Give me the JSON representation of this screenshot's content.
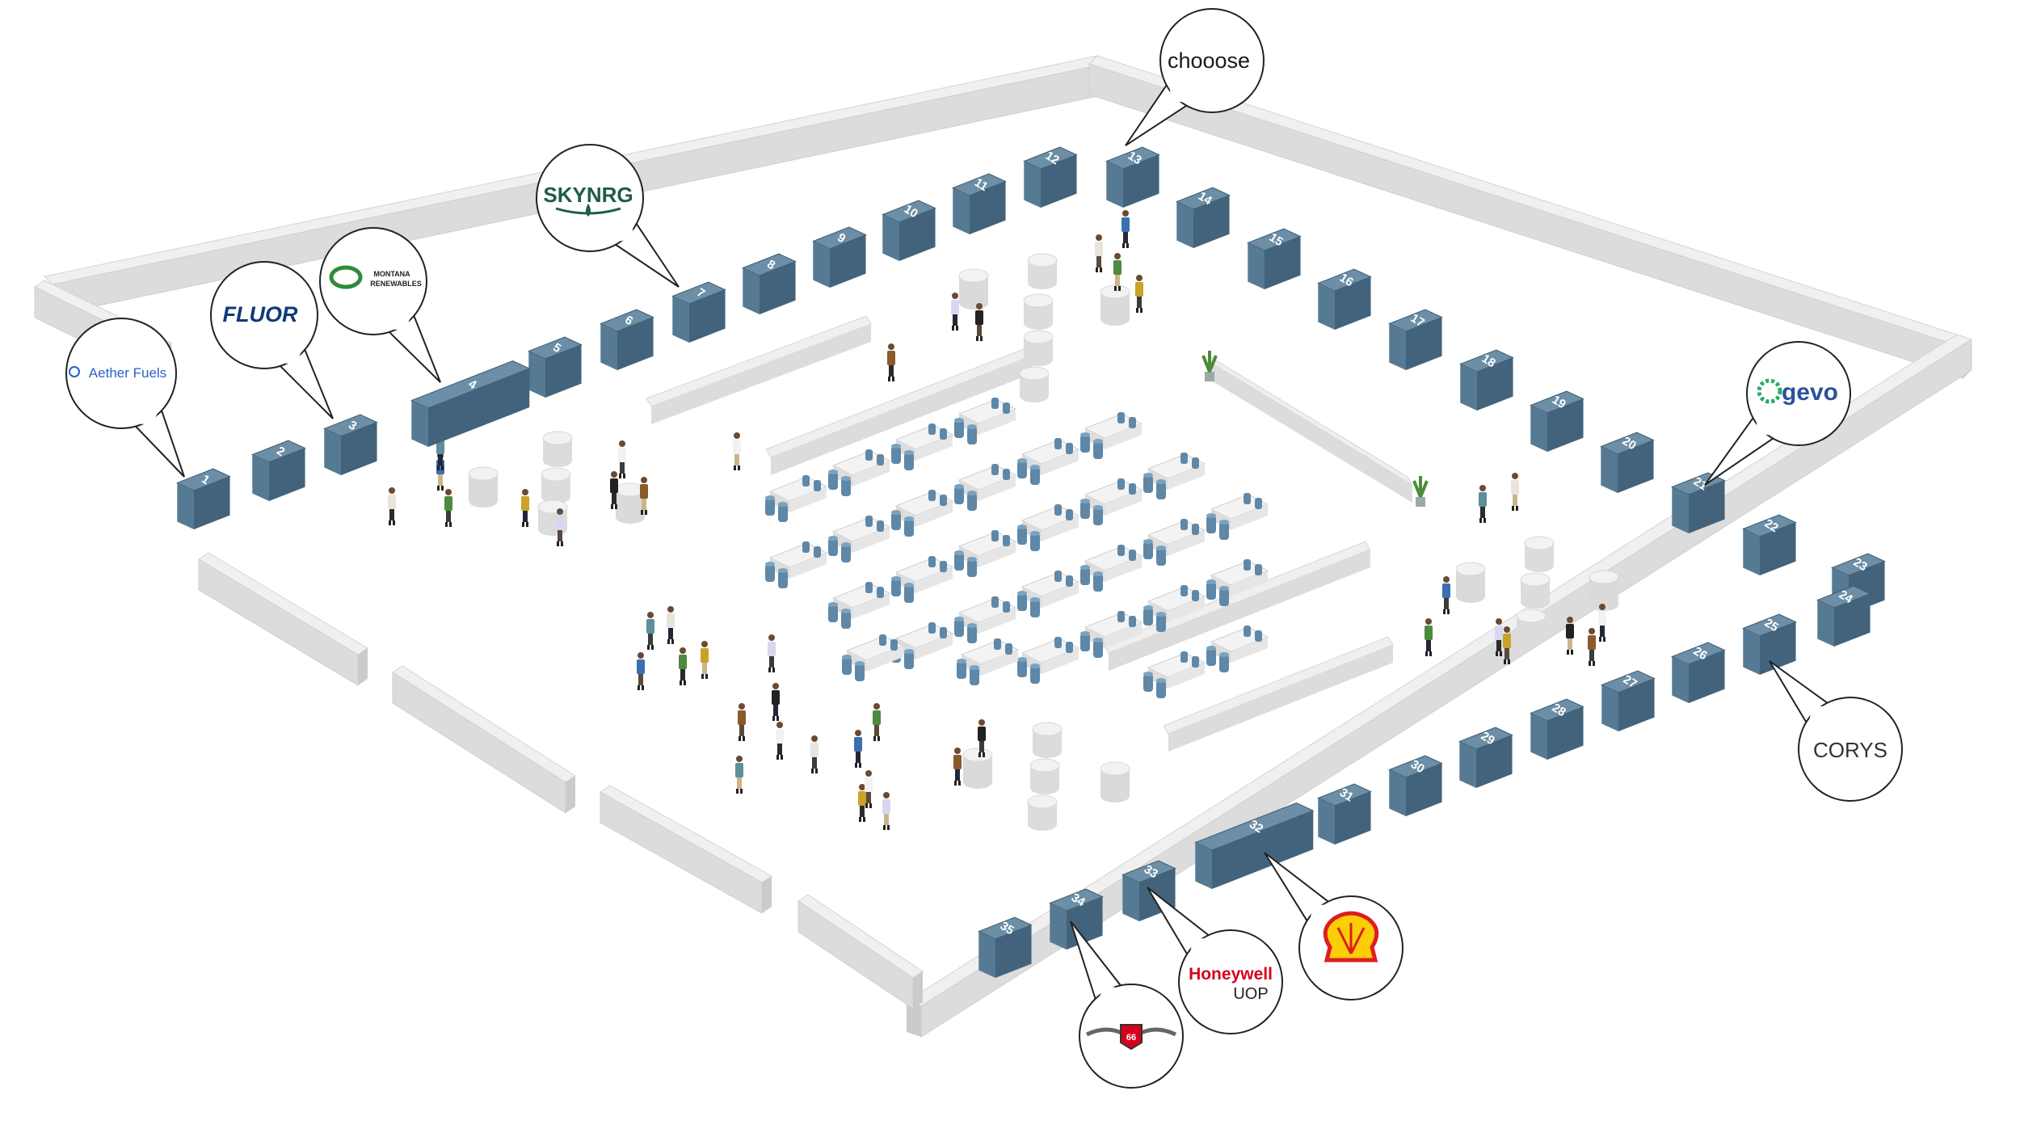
{
  "colors": {
    "booth_top": "#6c8ea6",
    "booth_left": "#567a93",
    "booth_right": "#42637b",
    "wall_top": "#f0f0f0",
    "wall_front": "#dcdcdc",
    "wall_side": "#cbcbcb",
    "callout_stroke": "#222222",
    "fluor_blue": "#0e3a78",
    "skynrg_green": "#1f5c45",
    "gevo_blue": "#2a5298",
    "honeywell_red": "#d6001c",
    "shell_red": "#dd1d21",
    "shell_yellow": "#fbce07"
  },
  "booths": [
    "1",
    "2",
    "3",
    "4",
    "5",
    "6",
    "7",
    "8",
    "9",
    "10",
    "11",
    "12",
    "13",
    "14",
    "15",
    "16",
    "17",
    "18",
    "19",
    "20",
    "21",
    "22",
    "23",
    "24",
    "25",
    "26",
    "27",
    "28",
    "29",
    "30",
    "31",
    "32",
    "33",
    "34",
    "35"
  ],
  "exhibitors": {
    "aether": "Aether Fuels",
    "fluor": "FLUOR",
    "montana": "MONTANA",
    "montana2": "RENEWABLES",
    "skynrg": "SKYNRG",
    "chooose": "chooose",
    "gevo": "gevo",
    "corys": "CORYS",
    "shell": "shell-logo",
    "honeywell": "Honeywell",
    "honeywell2": "UOP",
    "phillips": "66"
  }
}
